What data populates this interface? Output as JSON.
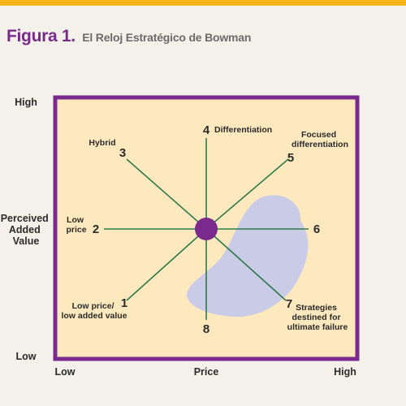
{
  "colors": {
    "accent_bar": "#f7b51a",
    "title_purple": "#7a2a8c",
    "title_gray": "#6b6b6b",
    "frame_purple": "#7a2a8c",
    "panel_fill": "#fde9bd",
    "line_green": "#2f7a4a",
    "center_dot": "#7a2a8c",
    "blob_fill": "#c4c8ea"
  },
  "figure": {
    "number": "Figura 1.",
    "title": "El Reloj Estratégico de Bowman"
  },
  "y_axis": {
    "high_label": "High",
    "low_label": "Low",
    "title_lines": [
      "Perceived",
      "Added",
      "Value"
    ]
  },
  "x_axis": {
    "low_label": "Low",
    "title": "Price",
    "high_label": "High"
  },
  "positions": [
    {
      "number": "1",
      "label_lines": [
        "Low price/",
        "low added value"
      ]
    },
    {
      "number": "2",
      "label_lines": [
        "Low",
        "price"
      ]
    },
    {
      "number": "3",
      "label_lines": [
        "Hybrid"
      ]
    },
    {
      "number": "4",
      "label_lines": [
        "Differentiation"
      ]
    },
    {
      "number": "5",
      "label_lines": [
        "Focused",
        "differentiation"
      ]
    },
    {
      "number": "6",
      "label_lines": []
    },
    {
      "number": "7",
      "label_lines": [
        "Strategies",
        "destined for",
        "ultimate failure"
      ]
    },
    {
      "number": "8",
      "label_lines": []
    }
  ]
}
